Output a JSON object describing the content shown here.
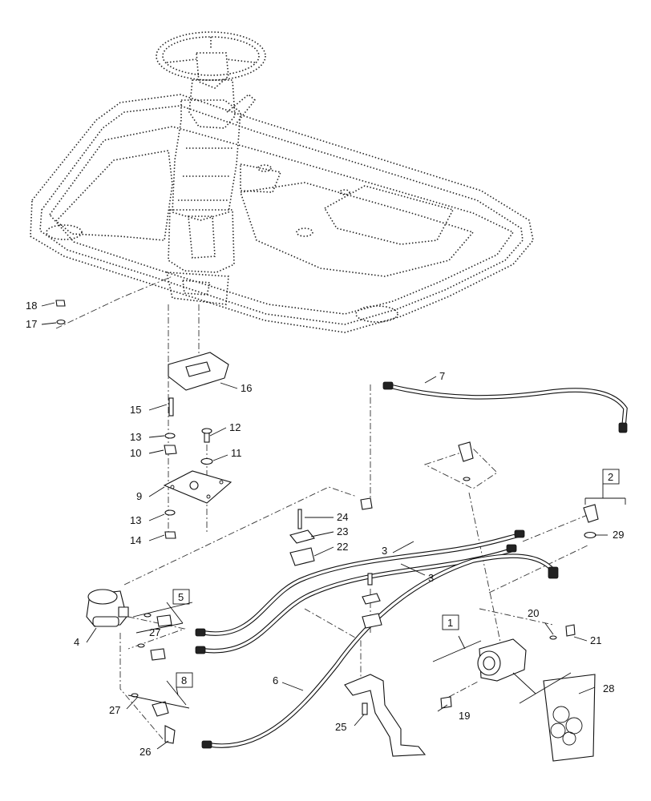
{
  "callouts": {
    "c1": "1",
    "c2": "2",
    "c3a": "3",
    "c3b": "3",
    "c4": "4",
    "c5": "5",
    "c6": "6",
    "c7": "7",
    "c8": "8",
    "c9": "9",
    "c10": "10",
    "c11": "11",
    "c12": "12",
    "c13a": "13",
    "c13b": "13",
    "c14": "14",
    "c15": "15",
    "c16": "16",
    "c17": "17",
    "c18": "18",
    "c19": "19",
    "c20": "20",
    "c21": "21",
    "c22": "22",
    "c23": "23",
    "c24": "24",
    "c25": "25",
    "c26": "26",
    "c27a": "27",
    "c27b": "27",
    "c28": "28",
    "c29": "29"
  }
}
